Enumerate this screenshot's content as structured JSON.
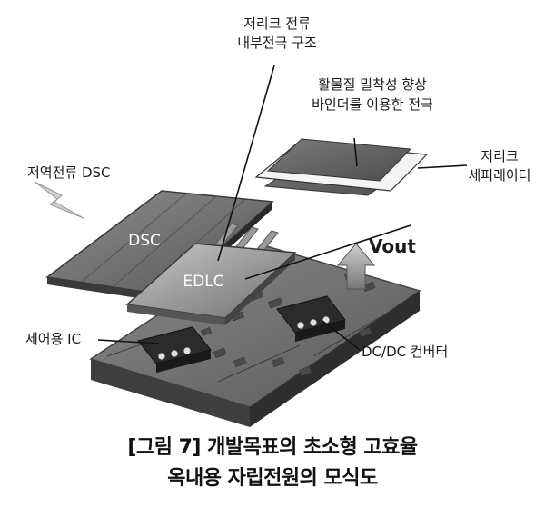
{
  "labels": {
    "internal_electrode": [
      "저리크 전류",
      "내부전극 구조"
    ],
    "binder_electrode": [
      "활물질 밀착성 향상",
      "바인더를 이용한 전극"
    ],
    "separator": [
      "저리크",
      "세퍼레이터"
    ],
    "low_reverse_dsc": "저역전류 DSC",
    "control_ic": "제어용 IC",
    "dcdc_converter": "DC/DC 컨버터",
    "vout": "Vout",
    "dsc_layer": "DSC",
    "edlc_layer": "EDLC"
  },
  "caption": {
    "line1": "[그림 7] 개발목표의 초소형 고효율",
    "line2": "옥내용 자립전원의 모식도"
  },
  "colors": {
    "board": "#6e6e6e",
    "dsc_panel": "#6a6a6a",
    "edlc_panel": "#8a8a8a",
    "electrode": "#5f5f5f",
    "separator": "#f2f2f2"
  }
}
